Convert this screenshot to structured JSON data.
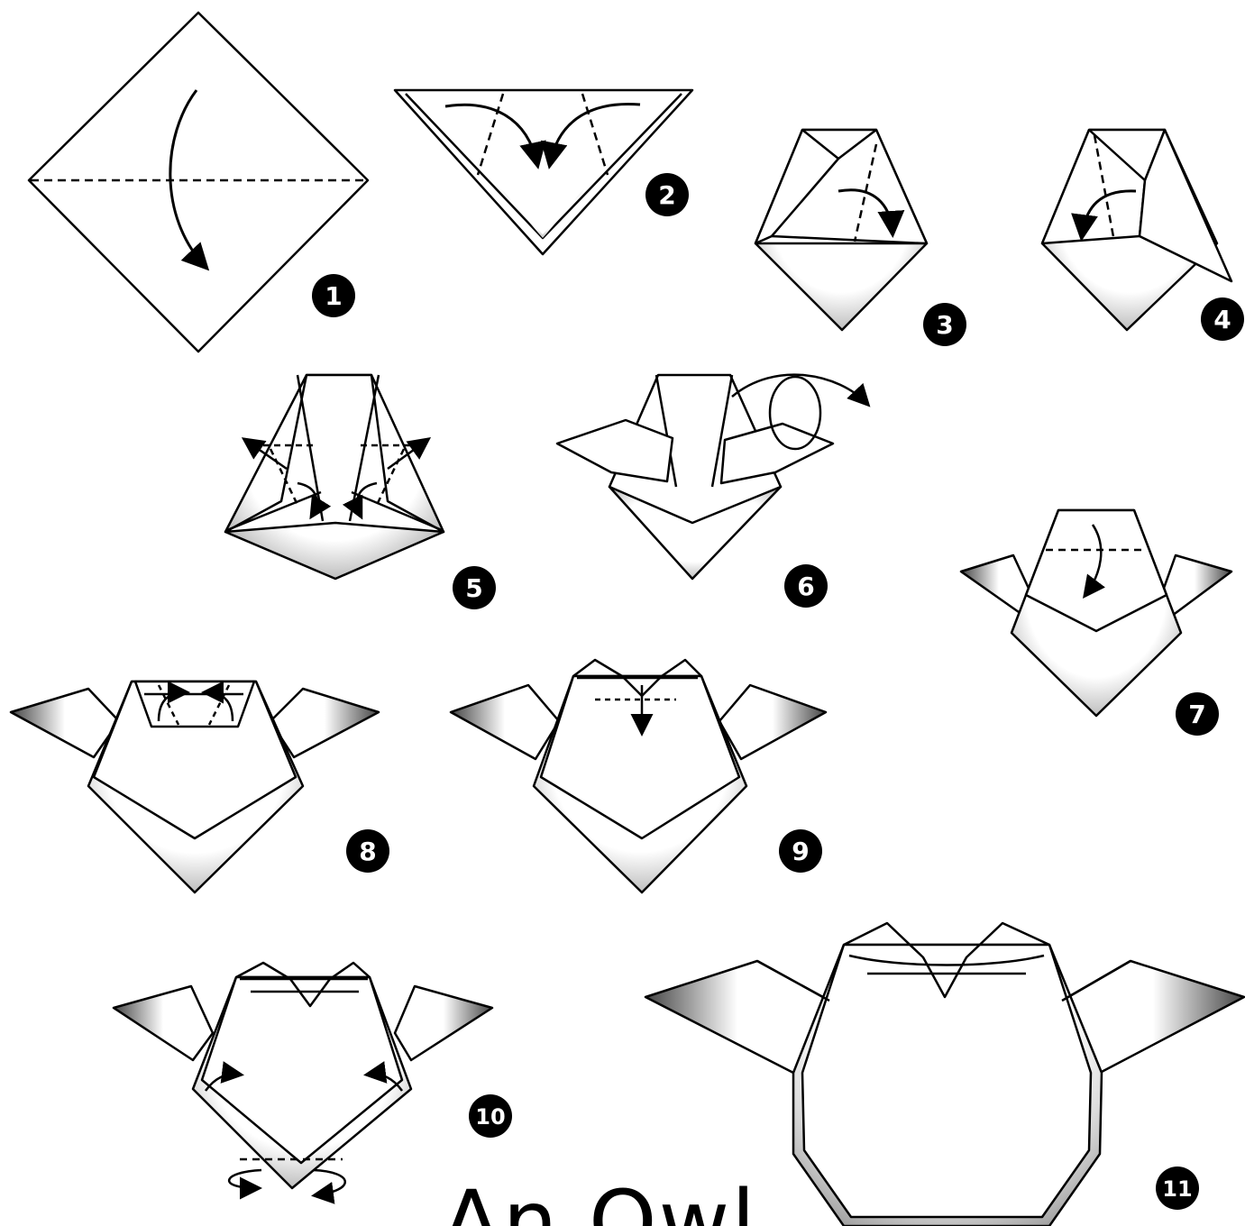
{
  "steps": [
    {
      "number": "1"
    },
    {
      "number": "2"
    },
    {
      "number": "3"
    },
    {
      "number": "4"
    },
    {
      "number": "5"
    },
    {
      "number": "6"
    },
    {
      "number": "7"
    },
    {
      "number": "8"
    },
    {
      "number": "9"
    },
    {
      "number": "10"
    },
    {
      "number": "11"
    }
  ],
  "title": "An Owl",
  "colors": {
    "line": "#000000",
    "paper": "#ffffff",
    "shade": "#8a8a8a"
  }
}
